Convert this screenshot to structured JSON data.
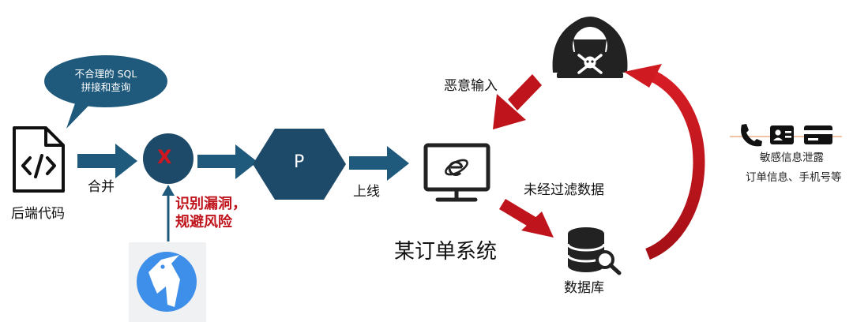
{
  "diagram": {
    "speech_bubble": {
      "line1": "不合理的 SQL",
      "line2": "拼接和查询"
    },
    "source_code_label": "后端代码",
    "merge_label": "合并",
    "checkpoint_mark": "X",
    "detect_note": {
      "line1": "识别漏洞，",
      "line2": "规避风险"
    },
    "package_letter": "P",
    "deploy_label": "上线",
    "system_label": "某订单系统",
    "malicious_input_label": "恶意输入",
    "unfiltered_label": "未经过滤数据",
    "database_label": "数据库",
    "leak_title": "敏感信息泄露",
    "leak_detail": "订单信息、手机号等",
    "colors": {
      "flow_blue": "#1f5a7d",
      "node_navy": "#1d4a68",
      "bubble": "#1f5a7d",
      "attack_red": "#c0141c",
      "checkpoint_mark": "#d0161e",
      "tool_bg": "#f0f1f3",
      "tool_circle": "#3e8fe9"
    },
    "icons": {
      "source": "code-file-icon",
      "package": "hexagon-package-icon",
      "system": "browser-monitor-icon",
      "database": "database-search-icon",
      "attacker": "hacker-skull-icon",
      "tool": "woodpecker-logo-icon",
      "leak": [
        "phone-icon",
        "id-card-icon",
        "credit-card-icon"
      ]
    }
  }
}
